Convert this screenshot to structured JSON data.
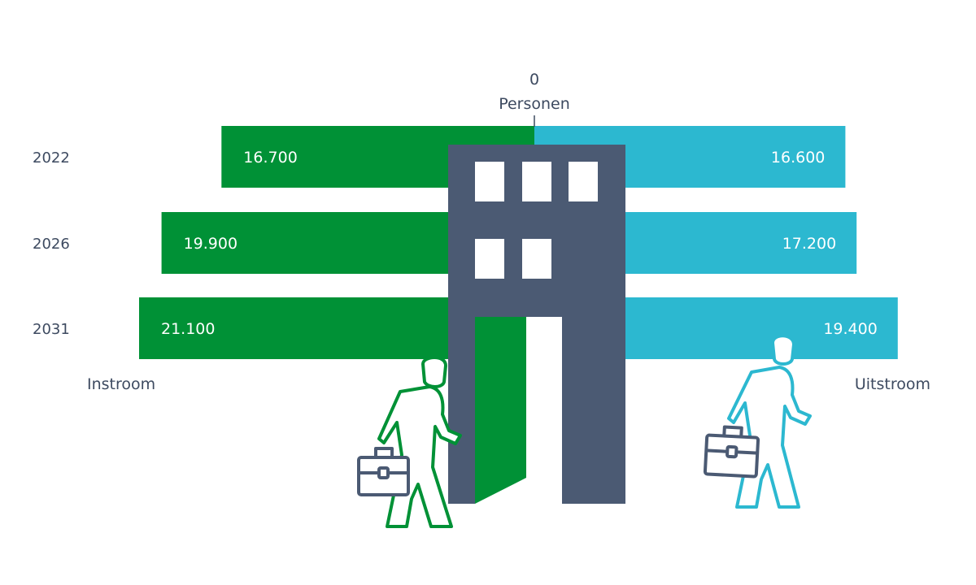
{
  "chart_data": {
    "type": "bar",
    "orientation": "horizontal-diverging",
    "zero_label": "0",
    "axis_title": "Personen",
    "categories": [
      "2022",
      "2026",
      "2031"
    ],
    "series": [
      {
        "name": "Instroom",
        "values": [
          16700,
          19900,
          21100
        ],
        "value_labels": [
          "16.700",
          "19.900",
          "21.100"
        ],
        "color": "#009136"
      },
      {
        "name": "Uitstroom",
        "values": [
          16600,
          17200,
          19400
        ],
        "value_labels": [
          "16.600",
          "17.200",
          "19.400"
        ],
        "color": "#2cb8d0"
      }
    ],
    "grid": false,
    "legend": "below-bars"
  },
  "colors": {
    "building": "#4b5a73",
    "window": "#ffffff",
    "text": "#3d4a60",
    "value_text": "#ffffff"
  },
  "illustration": {
    "building": "office-building-icon",
    "left_figure": "walking-person-with-briefcase-icon",
    "right_figure": "walking-person-with-briefcase-icon"
  }
}
